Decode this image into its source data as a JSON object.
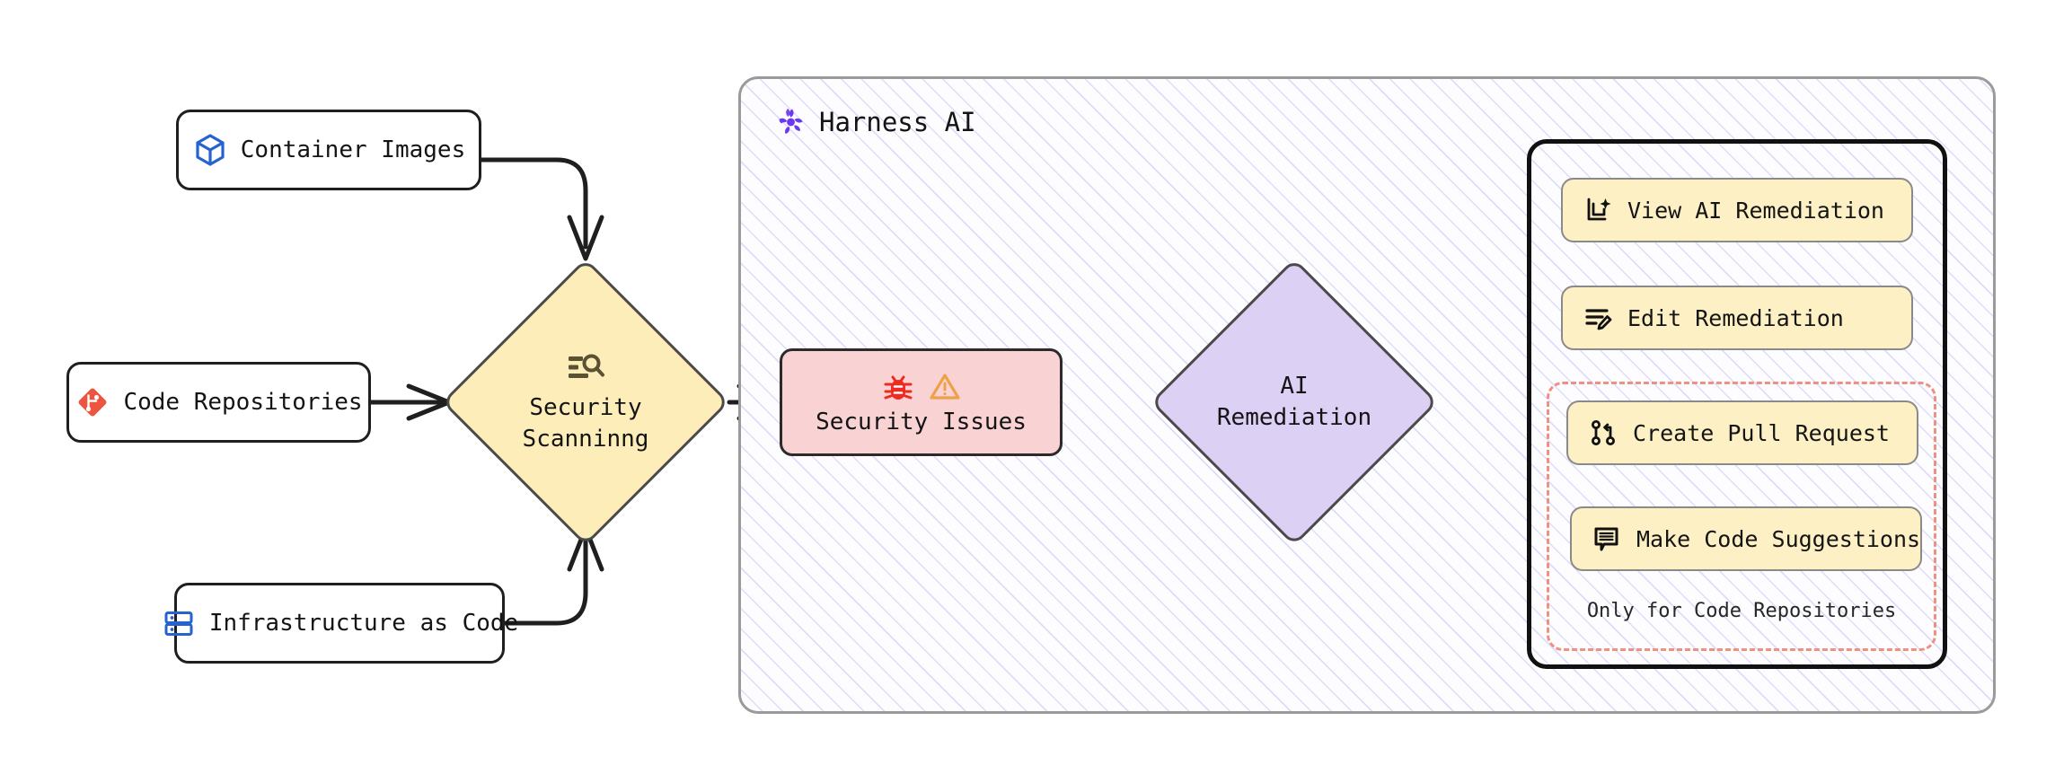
{
  "diagram": {
    "title": "Harness AI security scanning and remediation flow",
    "inputs": [
      {
        "id": "container-images",
        "label": "Container Images",
        "icon": "cube-icon"
      },
      {
        "id": "code-repositories",
        "label": "Code Repositories",
        "icon": "git-repo-icon"
      },
      {
        "id": "infrastructure-as-code",
        "label": "Infrastructure as Code",
        "icon": "server-stack-icon"
      }
    ],
    "process": {
      "label_line1": "Security",
      "label_line2": "Scanninng",
      "icon": "scan-search-icon",
      "fill": "#fdeeb9"
    },
    "harness": {
      "title": "Harness AI",
      "logo": "harness-pinwheel-icon",
      "logo_color": "#6938ef",
      "issues": {
        "label": "Security Issues",
        "icons": [
          "bug-icon",
          "warning-triangle-icon"
        ],
        "fill": "#f9d3d3",
        "bug_color": "#ee2b20",
        "warning_color": "#efa14a"
      },
      "remediation": {
        "label_line1": "AI",
        "label_line2": "Remediation",
        "fill": "#ddd0f5"
      },
      "actions": [
        {
          "id": "view-ai-remediation",
          "label": "View AI Remediation",
          "icon": "document-sparkle-icon"
        },
        {
          "id": "edit-remediation",
          "label": "Edit Remediation",
          "icon": "lines-pencil-icon"
        },
        {
          "id": "create-pull-request",
          "label": "Create Pull Request",
          "icon": "pull-request-icon"
        },
        {
          "id": "make-code-suggestions",
          "label": "Make Code Suggestions",
          "icon": "comment-lines-icon"
        }
      ],
      "dashed_group_caption": "Only for Code Repositories",
      "dashed_group_color": "#f09080"
    }
  }
}
